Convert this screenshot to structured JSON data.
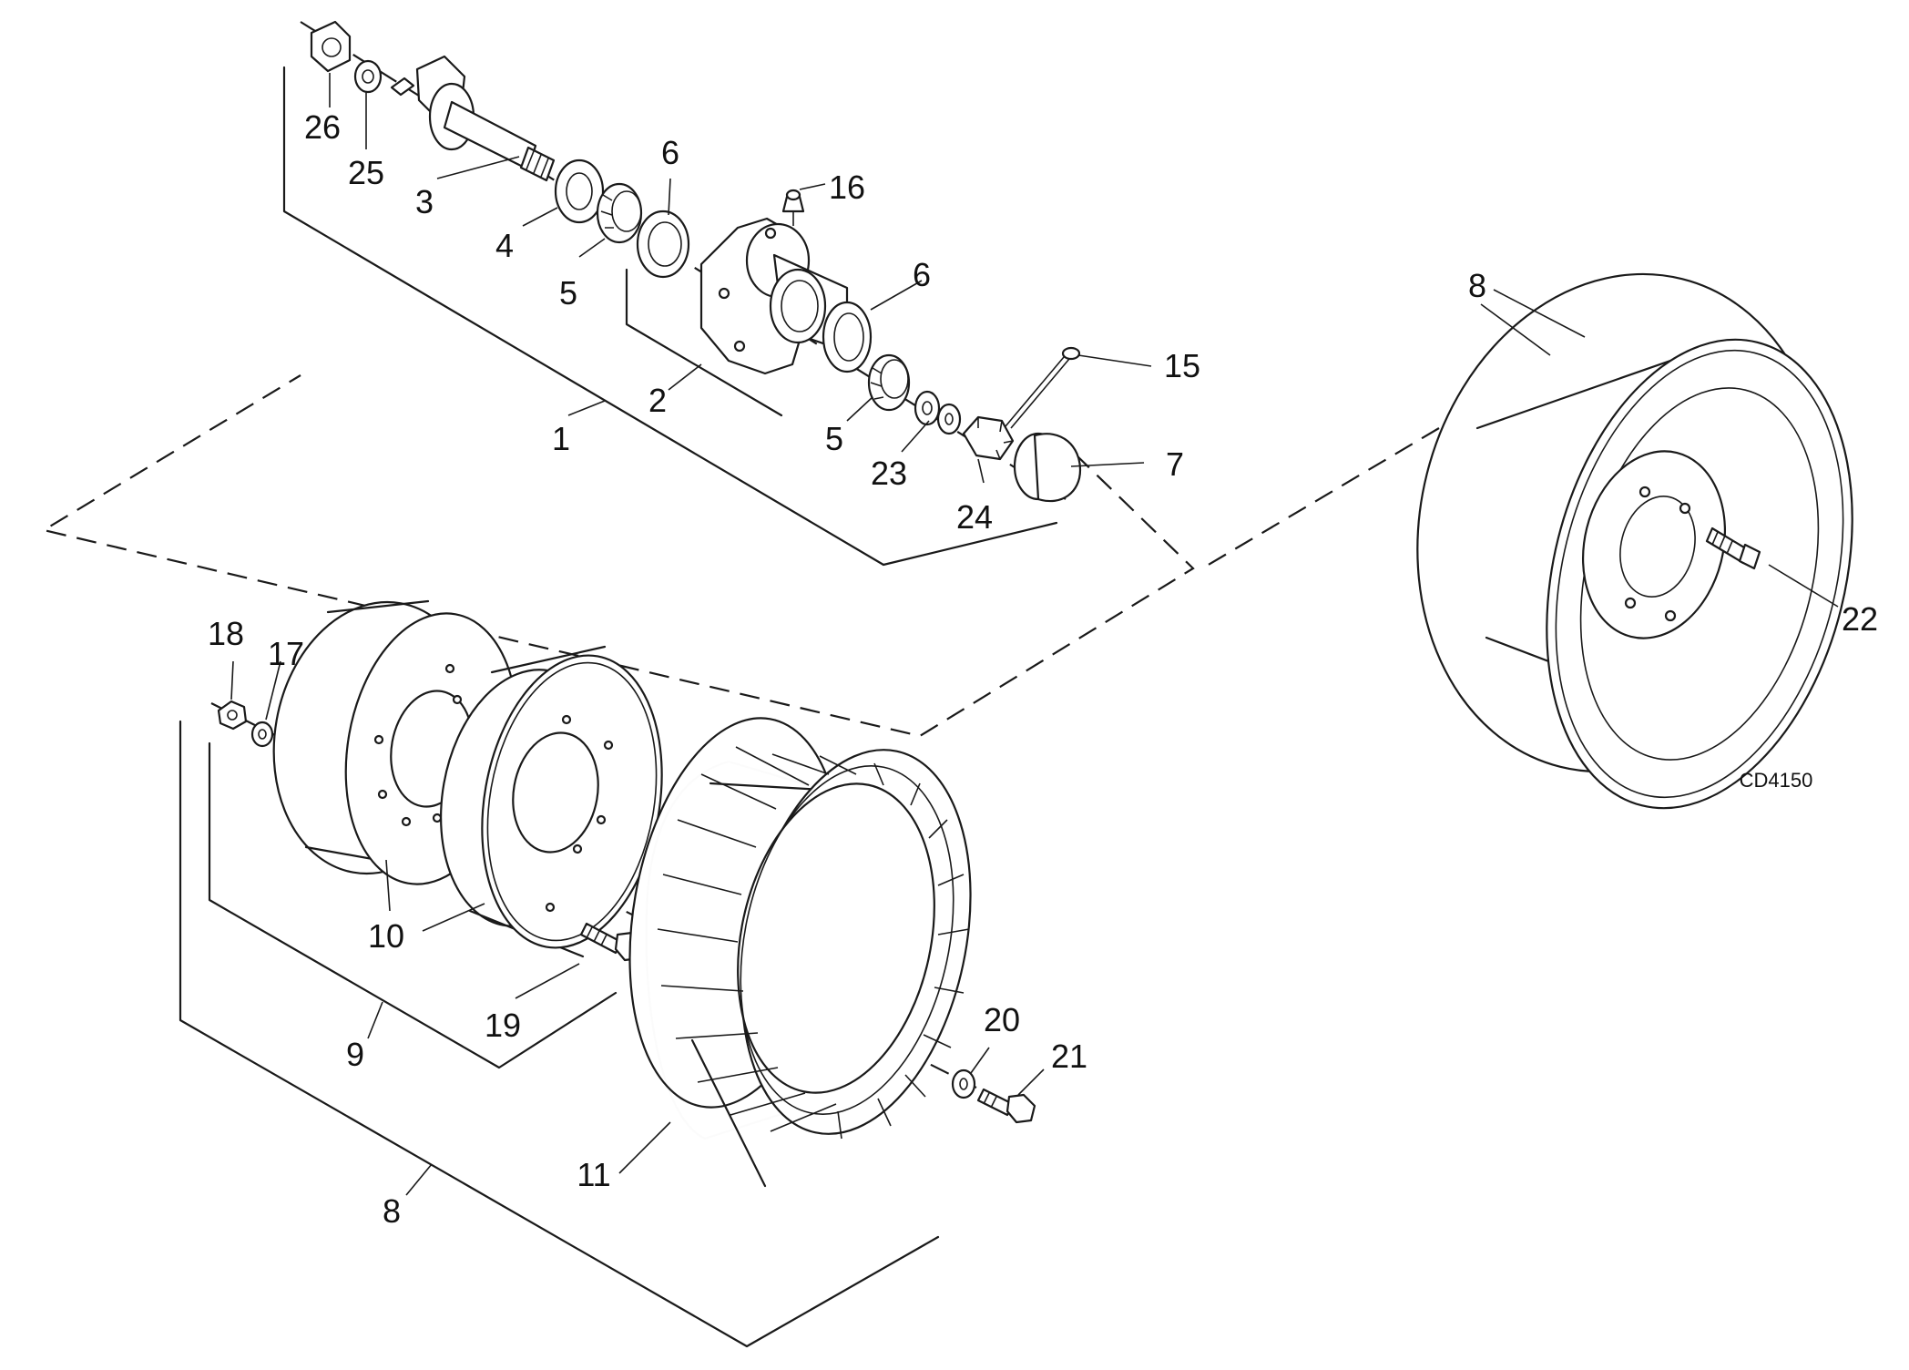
{
  "figure_code": "CD4150",
  "callouts": {
    "c1": "1",
    "c2": "2",
    "c3": "3",
    "c4": "4",
    "c5a": "5",
    "c5b": "5",
    "c6a": "6",
    "c6b": "6",
    "c7": "7",
    "c8a": "8",
    "c8b": "8",
    "c9": "9",
    "c10": "10",
    "c11": "11",
    "c15": "15",
    "c16": "16",
    "c17": "17",
    "c18": "18",
    "c19": "19",
    "c20": "20",
    "c21": "21",
    "c22": "22",
    "c23": "23",
    "c24": "24",
    "c25": "25",
    "c26": "26"
  }
}
